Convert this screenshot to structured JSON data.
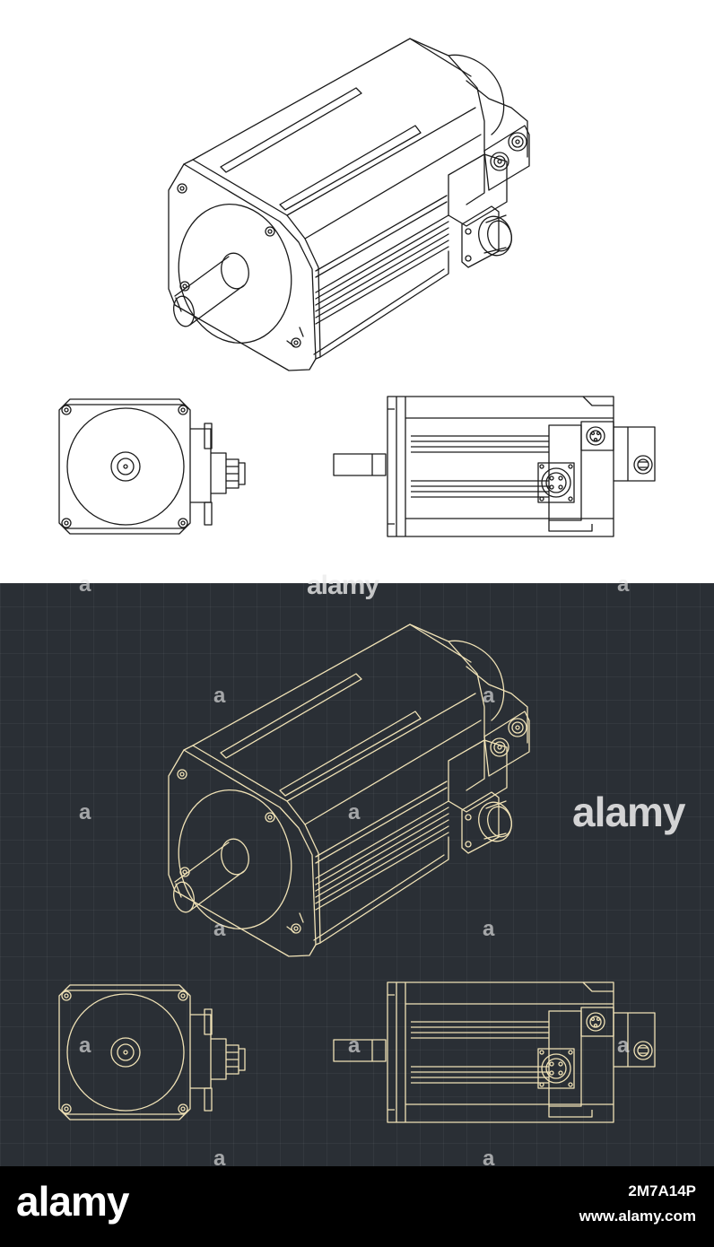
{
  "watermark": {
    "brand": "alamy",
    "letter": "a"
  },
  "footer": {
    "logo": "alamy",
    "image_id": "2M7A14P",
    "url": "www.alamy.com"
  },
  "colors": {
    "light_bg": "#ffffff",
    "light_line": "#1a1a1a",
    "dark_bg": "#2a2f35",
    "dark_line": "#f0e2b6",
    "footer_bg": "#000000"
  },
  "icons": [
    "servo-motor-isometric-view",
    "servo-motor-front-view",
    "servo-motor-side-view"
  ]
}
